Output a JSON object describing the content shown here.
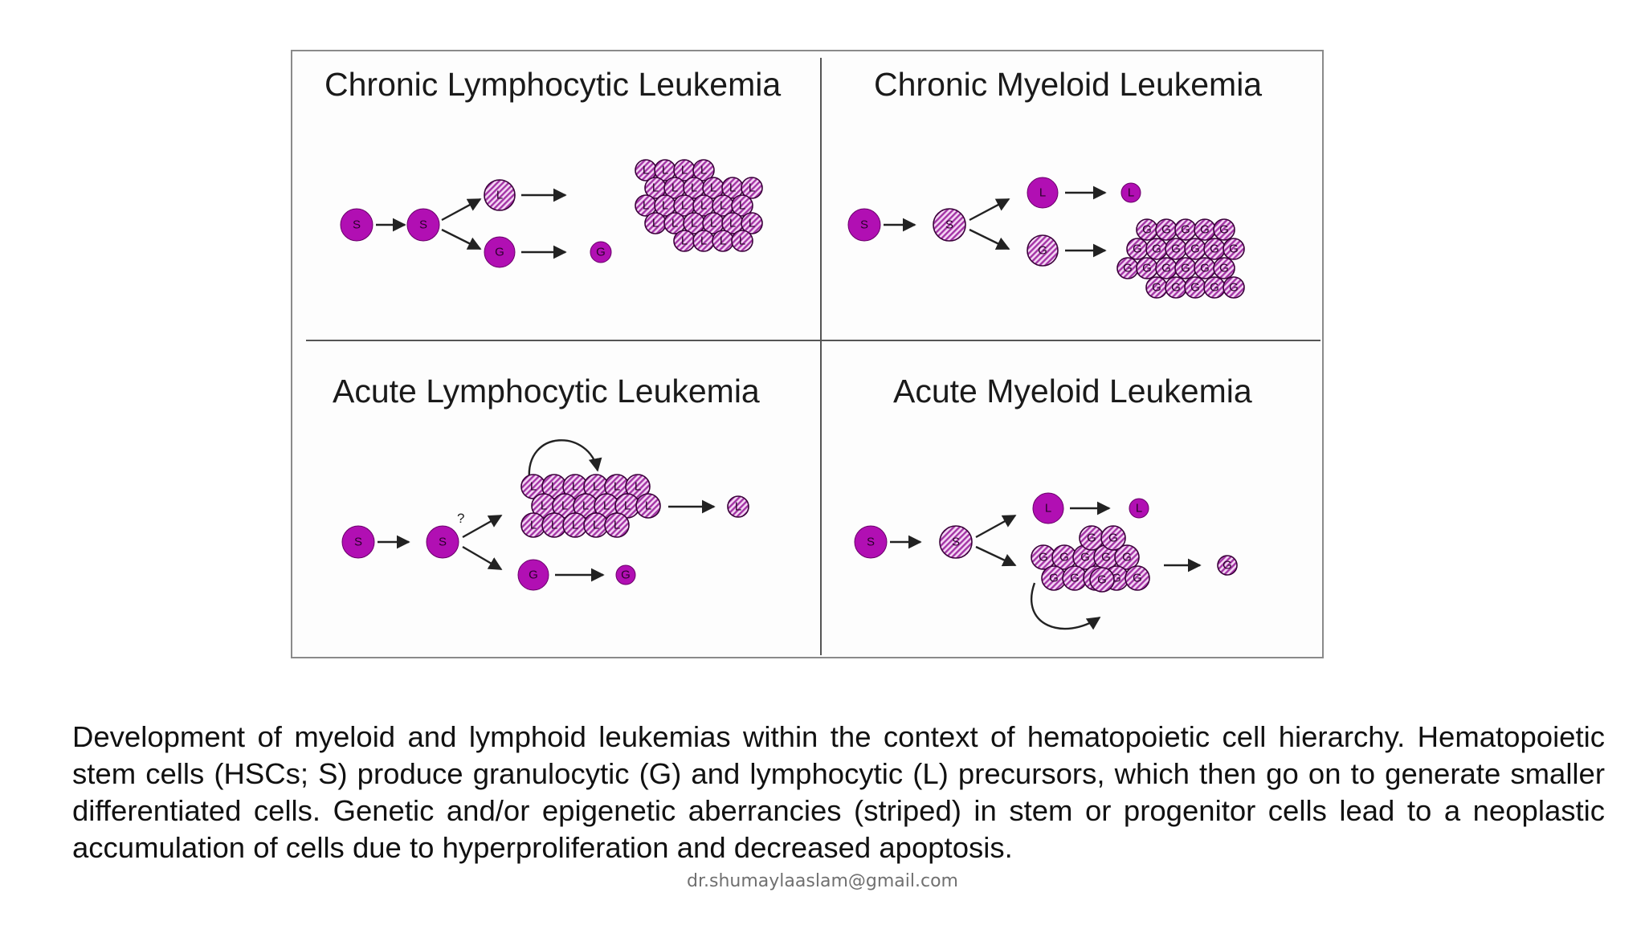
{
  "panels": {
    "cll": {
      "title": "Chronic Lymphocytic Leukemia"
    },
    "cml": {
      "title": "Chronic Myeloid Leukemia"
    },
    "all": {
      "title": "Acute Lymphocytic Leukemia",
      "question_mark": "?"
    },
    "aml": {
      "title": "Acute Myeloid Leukemia"
    }
  },
  "cell_letters": {
    "stem": "S",
    "granulocytic": "G",
    "lymphocytic": "L"
  },
  "colors": {
    "normal_cell": "#b10fb3",
    "aberrant_stripe": "#d999d9",
    "line": "#222222"
  },
  "caption": "Development of myeloid and lymphoid leukemias within the context of hematopoietic cell hierarchy. Hematopoietic stem cells (HSCs; S) produce granulocytic (G) and lymphocytic (L) precursors, which then go on to generate smaller differentiated cells. Genetic and/or epigenetic aberrancies (striped) in stem or progenitor cells lead to a neoplastic accumulation of cells due to hyperproliferation and decreased apoptosis.",
  "footer": "dr.shumaylaaslam@gmail.com"
}
